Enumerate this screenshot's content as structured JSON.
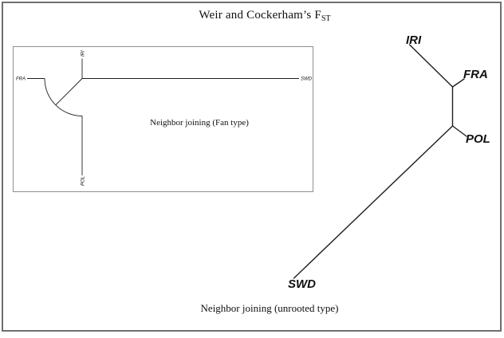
{
  "title": {
    "main": "Weir and Cockerham’s F",
    "subscript": "ST"
  },
  "fan": {
    "caption": "Neighbor joining (Fan type)",
    "taxa": {
      "fra": "FRA",
      "iri": "IRI",
      "swd": "SWD",
      "pol": "POL"
    }
  },
  "unrooted": {
    "caption": "Neighbor joining (unrooted type)",
    "taxa": {
      "iri": "IRI",
      "fra": "FRA",
      "pol": "POL",
      "swd": "SWD"
    }
  },
  "colors": {
    "line": "#1f1f1f",
    "outer-border": "#6f6f6f",
    "inner-border": "#8f8f8f",
    "background": "#ffffff",
    "text": "#101010"
  }
}
